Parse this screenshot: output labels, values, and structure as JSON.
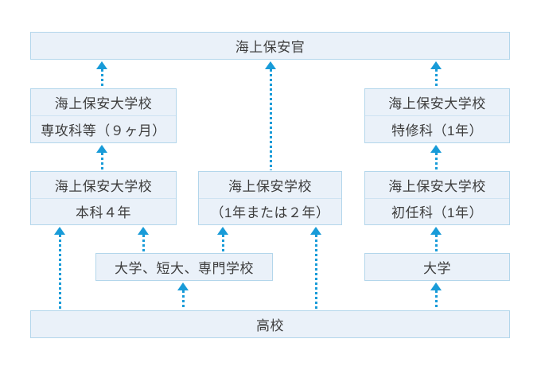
{
  "colors": {
    "arrow": "#189bd8",
    "box-fill": "#eaf1f9",
    "box-border": "#b3d6eb",
    "box-divider": "#cfe3f2",
    "text": "#3d3d3d",
    "background": "#ffffff"
  },
  "nodes": {
    "officer": {
      "lines": [
        "海上保安官"
      ]
    },
    "senkoka": {
      "lines": [
        "海上保安大学校",
        "専攻科等（９ヶ月）"
      ]
    },
    "tokushuka": {
      "lines": [
        "海上保安大学校",
        "特修科（1年）"
      ]
    },
    "honka": {
      "lines": [
        "海上保安大学校",
        "本科４年"
      ]
    },
    "gakko": {
      "lines": [
        "海上保安学校",
        "（1年または２年）"
      ]
    },
    "shoninka": {
      "lines": [
        "海上保安大学校",
        "初任科（1年）"
      ]
    },
    "dtandai": {
      "lines": [
        "大学、短大、専門学校"
      ]
    },
    "daigaku": {
      "lines": [
        "大学"
      ]
    },
    "koko": {
      "lines": [
        "高校"
      ]
    }
  },
  "edges": [
    {
      "from": "koko",
      "to": "honka"
    },
    {
      "from": "koko",
      "to": "dtandai"
    },
    {
      "from": "koko",
      "to": "gakko"
    },
    {
      "from": "koko",
      "to": "daigaku"
    },
    {
      "from": "dtandai",
      "to": "honka"
    },
    {
      "from": "dtandai",
      "to": "gakko"
    },
    {
      "from": "daigaku",
      "to": "shoninka"
    },
    {
      "from": "honka",
      "to": "senkoka"
    },
    {
      "from": "shoninka",
      "to": "tokushuka"
    },
    {
      "from": "senkoka",
      "to": "officer"
    },
    {
      "from": "gakko",
      "to": "officer"
    },
    {
      "from": "tokushuka",
      "to": "officer"
    }
  ]
}
